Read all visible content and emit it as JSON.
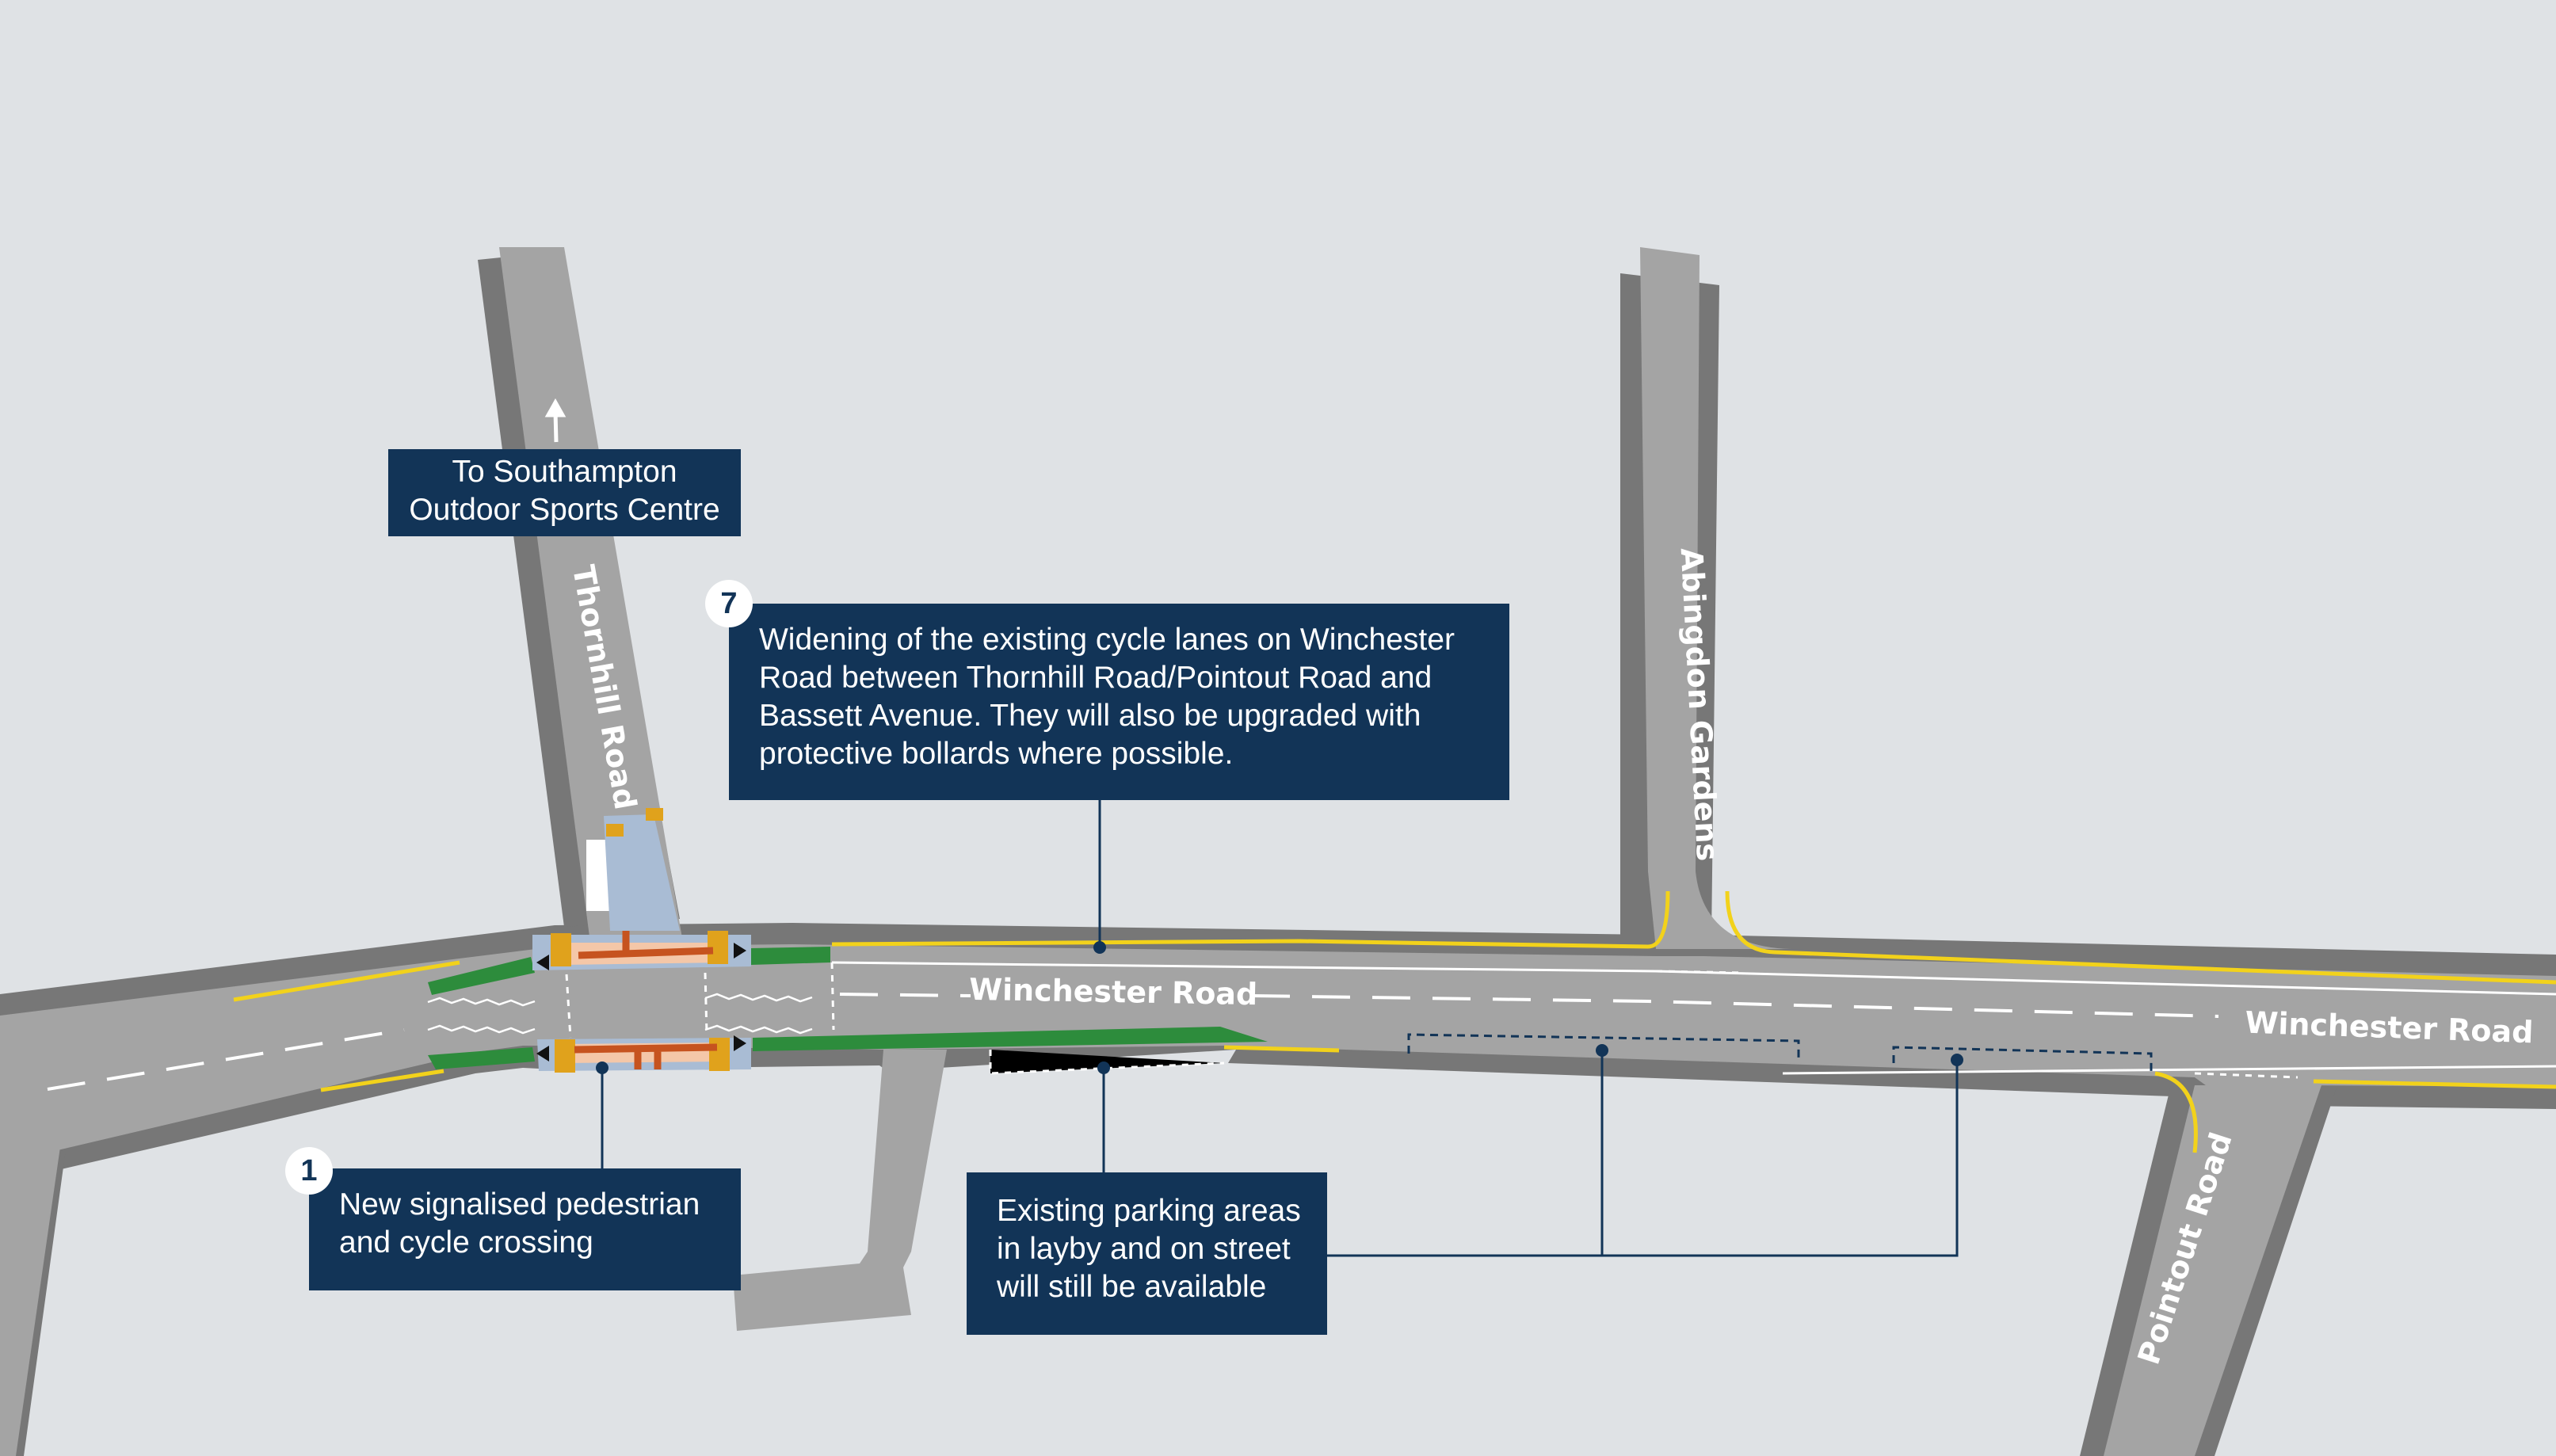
{
  "roads": {
    "winchester_1": "Winchester Road",
    "winchester_2": "Winchester Road",
    "thornhill": "Thornhill Road",
    "abingdon": "Abingdon Gardens",
    "pointout": "Pointout Road"
  },
  "direction_box": {
    "text": "To Southampton\nOutdoor Sports Centre"
  },
  "callouts": [
    {
      "number": "7",
      "text": "Widening of the existing cycle lanes on Winchester\nRoad between Thornhill Road/Pointout Road and\nBassett Avenue. They will also be upgraded with\nprotective bollards where possible."
    },
    {
      "number": "1",
      "text": "New signalised pedestrian\nand cycle crossing"
    },
    {
      "number": "",
      "text": "Existing parking areas\nin layby and on street\nwill still be available"
    }
  ],
  "colors": {
    "background": "#dfe2e5",
    "road": "#a4a4a4",
    "kerb": "#777777",
    "cycle_lane": "#2d8c3c",
    "yellow_line": "#f2d21b",
    "callout_bg": "#123457",
    "crossing_blue": "#a9bcd4",
    "crossing_peach": "#f4c7a8",
    "crossing_red": "#c6531f",
    "tactile": "#e0a21c"
  }
}
